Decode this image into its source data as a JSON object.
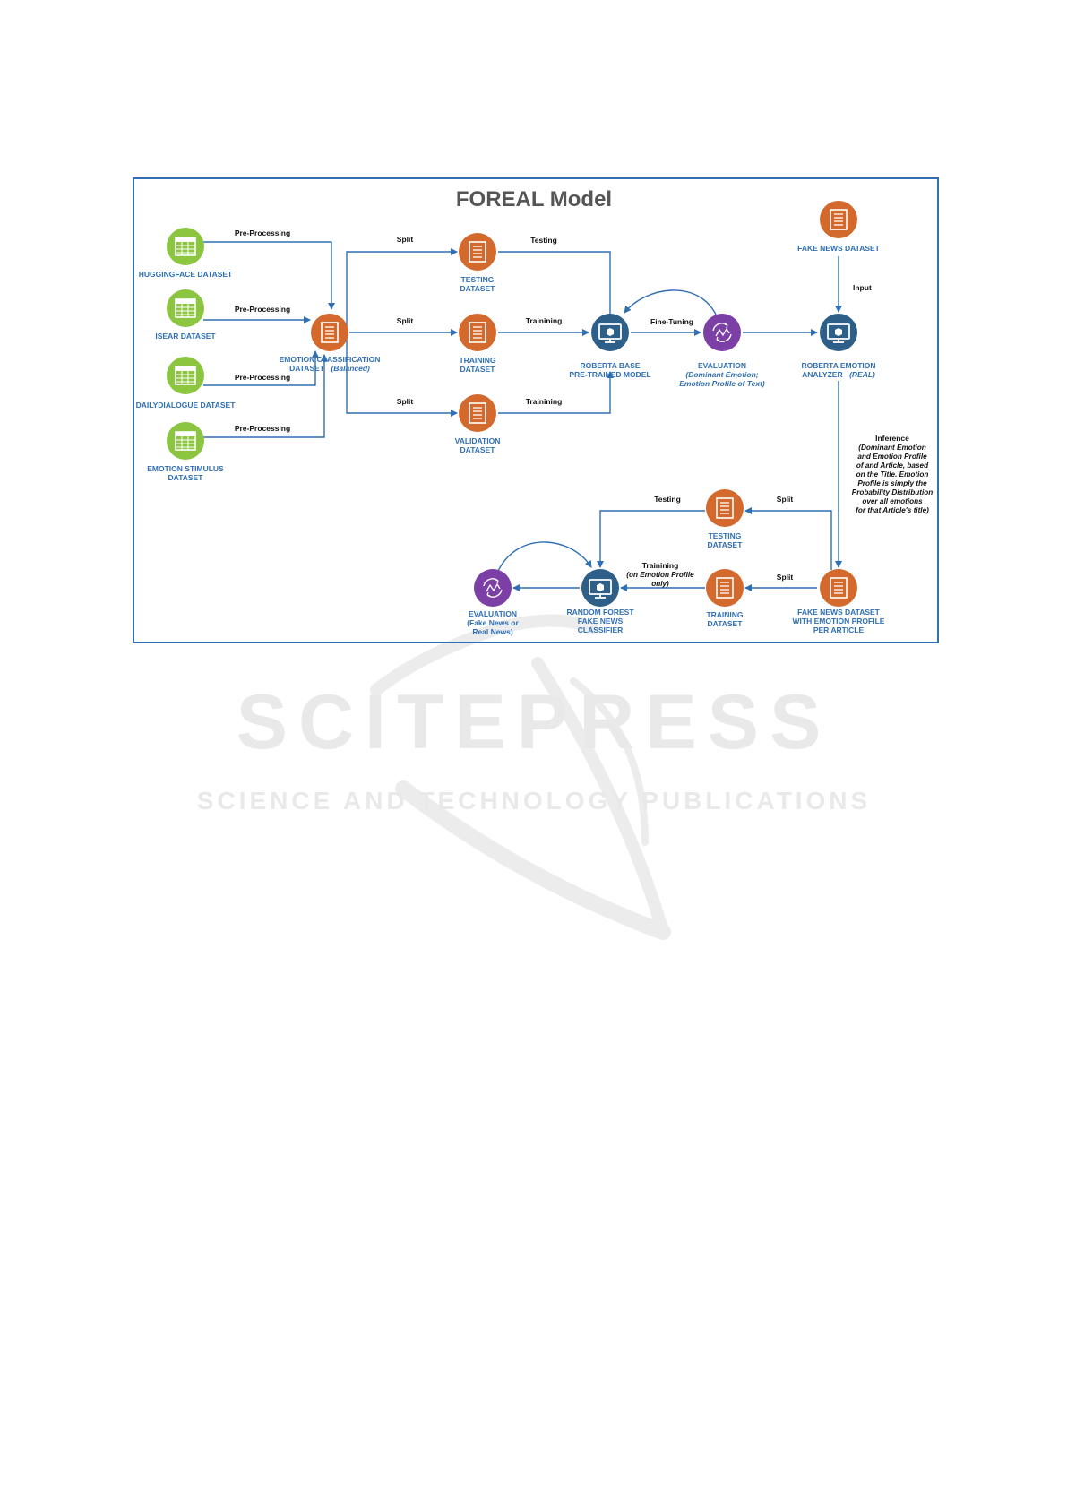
{
  "diagram": {
    "title": "FOREAL Model",
    "watermark": {
      "logo": "SCITEPRESS",
      "tagline": "SCIENCE AND TECHNOLOGY PUBLICATIONS"
    },
    "colors": {
      "frame": "#2f6fb4",
      "green": "#8cc540",
      "orange": "#d3692d",
      "navy": "#2e5f88",
      "purple": "#7b3fa5"
    },
    "nodes": {
      "huggingface": {
        "lines": [
          "HUGGINGFACE DATASET"
        ],
        "icon": "dataset-icon"
      },
      "isear": {
        "lines": [
          "ISEAR DATASET"
        ],
        "icon": "dataset-icon"
      },
      "dailydialogue": {
        "lines": [
          "DAILYDIALOGUE DATASET"
        ],
        "icon": "dataset-icon"
      },
      "emotion_stimulus": {
        "lines": [
          "EMOTION STIMULUS",
          "DATASET"
        ],
        "icon": "dataset-icon"
      },
      "emotion_classification": {
        "line1": "EMOTION CLASSIFICATION",
        "line2": "DATASET",
        "line2_italic": "(Balanced)",
        "icon": "document-icon"
      },
      "testing_1": {
        "lines": [
          "TESTING",
          "DATASET"
        ],
        "icon": "document-icon"
      },
      "training_1": {
        "lines": [
          "TRAINING",
          "DATASET"
        ],
        "icon": "document-icon"
      },
      "validation_1": {
        "lines": [
          "VALIDATION",
          "DATASET"
        ],
        "icon": "document-icon"
      },
      "roberta_base": {
        "lines": [
          "ROBERTA BASE",
          "PRE-TRAINED MODEL"
        ],
        "icon": "monitor-icon"
      },
      "evaluation_1": {
        "title": "EVALUATION",
        "italic_lines": [
          "(Dominant Emotion;",
          "Emotion Profile of Text)"
        ],
        "icon": "evaluation-icon"
      },
      "fake_news": {
        "lines": [
          "FAKE NEWS DATASET"
        ],
        "icon": "document-icon"
      },
      "real": {
        "line1": "ROBERTA EMOTION",
        "line2": "ANALYZER",
        "line2_italic": "(REAL)",
        "icon": "monitor-icon"
      },
      "fake_news_profile": {
        "lines": [
          "FAKE NEWS DATASET",
          "WITH EMOTION PROFILE",
          "PER ARTICLE"
        ],
        "icon": "document-icon"
      },
      "testing_2": {
        "lines": [
          "TESTING",
          "DATASET"
        ],
        "icon": "document-icon"
      },
      "training_2": {
        "lines": [
          "TRAINING",
          "DATASET"
        ],
        "icon": "document-icon"
      },
      "random_forest": {
        "lines": [
          "RANDOM FOREST",
          "FAKE NEWS",
          "CLASSIFIER"
        ],
        "icon": "monitor-icon"
      },
      "evaluation_2": {
        "lines": [
          "EVALUATION",
          "(Fake News or",
          "Real News)"
        ],
        "icon": "evaluation-icon"
      }
    },
    "edges": {
      "pre_processing": "Pre-Processing",
      "split": "Split",
      "testing": "Testing",
      "trainining": "Trainining",
      "fine_tuning": "Fine-Tuning",
      "input": "Input",
      "inference": [
        "Inference",
        "(Dominant Emotion",
        "and Emotion Profile",
        "of and Article, based",
        "on the Title. Emotion",
        "Profile is simply the",
        "Probability Distribution",
        "over all emotions",
        "for that Article's title)"
      ],
      "trainining_rf": [
        "Trainining",
        "(on Emotion Profile",
        "only)"
      ]
    }
  }
}
